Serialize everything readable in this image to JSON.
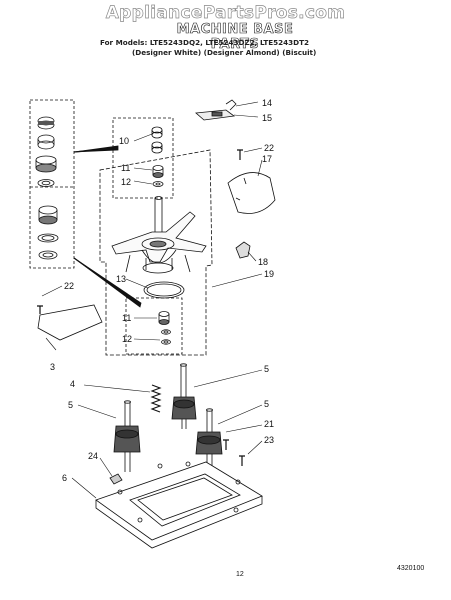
{
  "site_header": "AppliancePartsPros.com",
  "title": "MACHINE BASE PARTS",
  "models_line": "For Models: LTE5243DQ2, LTE5243DZ2, LTE5243DT2",
  "variants_line": "(Designer White)  (Designer Almond)  (Biscuit)",
  "callouts": {
    "c14": "14",
    "c15": "15",
    "c10": "10",
    "c11a": "11",
    "c12a": "12",
    "c22a": "22",
    "c17": "17",
    "c18": "18",
    "c19": "19",
    "c13": "13",
    "c22b": "22",
    "c11b": "11",
    "c12b": "12",
    "c3": "3",
    "c4": "4",
    "c5a": "5",
    "c5b": "5",
    "c5c": "5",
    "c21": "21",
    "c23": "23",
    "c24": "24",
    "c6": "6"
  },
  "page_number": "12",
  "doc_number": "4320100"
}
